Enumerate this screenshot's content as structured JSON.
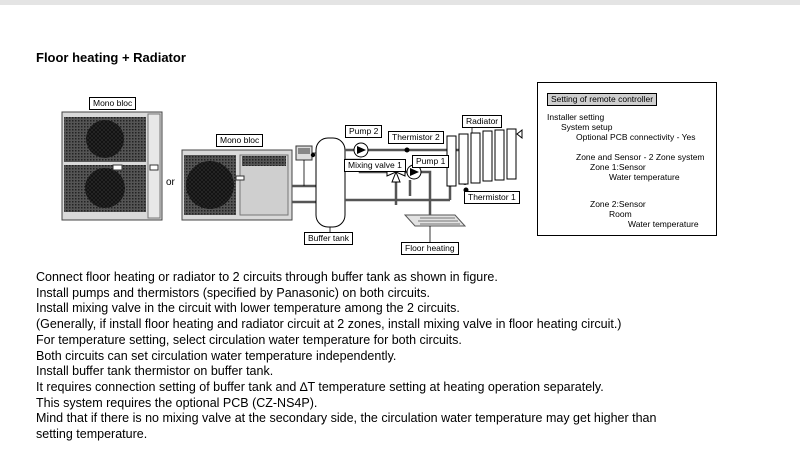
{
  "title": "Floor heating + Radiator",
  "labels": {
    "mono_bloc_large": "Mono bloc",
    "mono_bloc_small": "Mono bloc",
    "or": "or",
    "buffer_tank": "Buffer tank",
    "pump2": "Pump 2",
    "thermistor2": "Thermistor 2",
    "mixing_valve1": "Mixing valve 1",
    "pump1": "Pump 1",
    "radiator": "Radiator",
    "thermistor1": "Thermistor 1",
    "floor_heating": "Floor heating"
  },
  "settings": {
    "header": "Setting of remote controller",
    "lines": [
      "Installer setting",
      "System setup",
      "Optional PCB connectivity - Yes",
      "Zone and Sensor - 2 Zone system",
      "Zone 1:Sensor",
      "Water temperature",
      "Zone 2:Sensor",
      "Room",
      "Water temperature"
    ]
  },
  "notes": [
    "Connect floor heating or radiator to 2 circuits through buffer tank as shown in figure.",
    "Install pumps and thermistors (specified by Panasonic) on both circuits.",
    "Install mixing valve in the circuit with lower temperature among the 2 circuits.",
    "(Generally, if install floor heating and radiator circuit at 2 zones, install mixing valve in floor heating circuit.)",
    "For temperature setting, select circulation water temperature for both circuits.",
    "Both circuits can set circulation water temperature independently.",
    "Install buffer tank thermistor on buffer tank.",
    "It requires connection setting of buffer tank and ∆T temperature setting at heating operation separately.",
    "This system requires the optional PCB (CZ-NS4P).",
    "Mind that if there is no mixing valve at the secondary side, the circulation water temperature may get higher than",
    "setting temperature."
  ]
}
